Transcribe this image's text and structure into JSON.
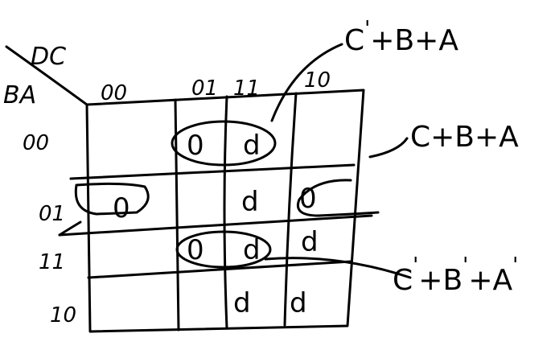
{
  "kmap": {
    "col_var": "DC",
    "row_var": "BA",
    "col_headers": [
      "00",
      "01",
      "11",
      "10"
    ],
    "row_headers": [
      "00",
      "01",
      "11",
      "10"
    ],
    "cells": [
      [
        "",
        "0",
        "d",
        ""
      ],
      [
        "0",
        "",
        "d",
        "0"
      ],
      [
        "",
        "0",
        "d",
        "d"
      ],
      [
        "",
        "",
        "d",
        "d"
      ]
    ]
  },
  "groups": [
    {
      "label": "C'+B+A",
      "parts": [
        "C",
        "+B+A"
      ]
    },
    {
      "label": "C+B+A",
      "parts": [
        "C+B+A"
      ]
    },
    {
      "label": "C'+B'+A'",
      "parts": [
        "C",
        "+B",
        "+A"
      ]
    }
  ],
  "colors": {
    "ink": "#000000",
    "background": "#ffffff"
  }
}
